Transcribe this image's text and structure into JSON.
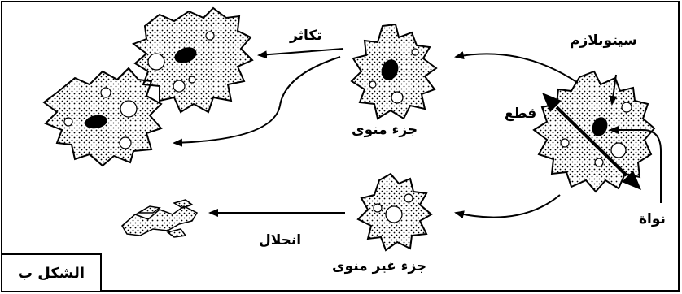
{
  "labels": {
    "cytoplasm": "سيتوبلازم",
    "cut": "قطع",
    "nucleus": "نواة",
    "nucleated_part": "جزء منوى",
    "non_nucleated_part": "جزء غير منوى",
    "reproduction": "تكاثر",
    "disintegration": "انحلال"
  },
  "figure_label": "الشكل ب",
  "colors": {
    "ink": "#000000",
    "paper": "#ffffff"
  }
}
